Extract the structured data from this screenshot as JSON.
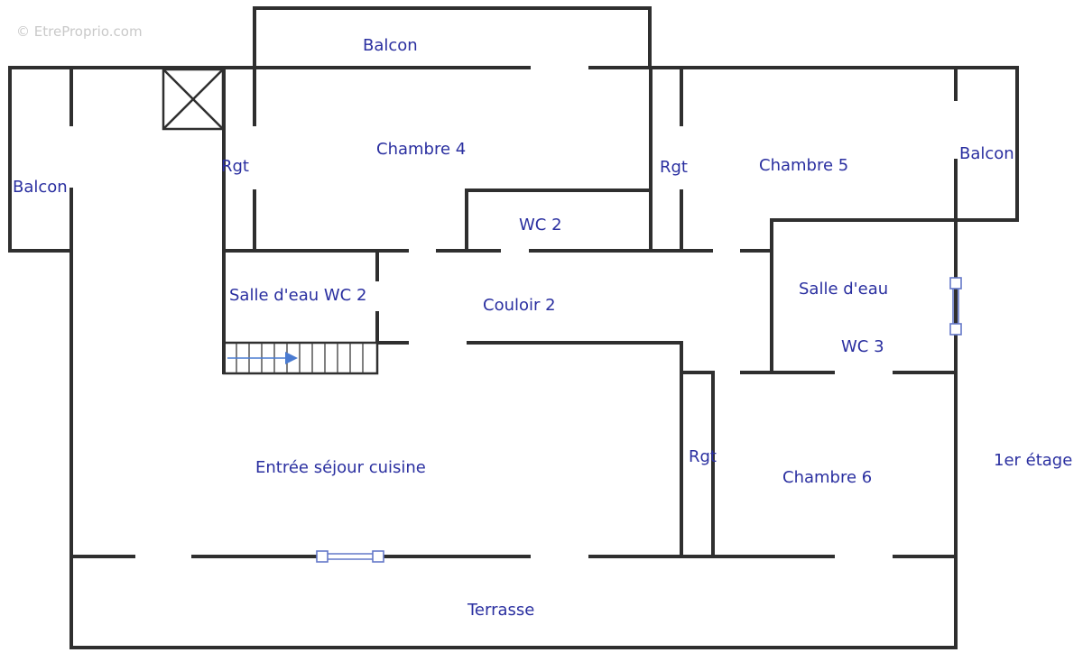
{
  "watermark": "© EtreProprio.com",
  "floor_label": "1er étage",
  "rooms": {
    "balcon_top": "Balcon",
    "balcon_left": "Balcon",
    "balcon_right": "Balcon",
    "chambre_4": "Chambre 4",
    "chambre_5": "Chambre 5",
    "chambre_6": "Chambre 6",
    "rgt_1": "Rgt",
    "rgt_2": "Rgt",
    "rgt_3": "Rgt",
    "wc_2": "WC 2",
    "wc_3": "WC 3",
    "salle_eau_wc2": "Salle d'eau WC 2",
    "salle_eau": "Salle d'eau",
    "couloir_2": "Couloir 2",
    "sejour": "Entrée séjour cuisine",
    "terrasse": "Terrasse"
  },
  "colors": {
    "label": "#2a2fa0",
    "wall": "#2f2f2f",
    "window": "#6478c8",
    "stair_arrow": "#4a7bd1"
  }
}
